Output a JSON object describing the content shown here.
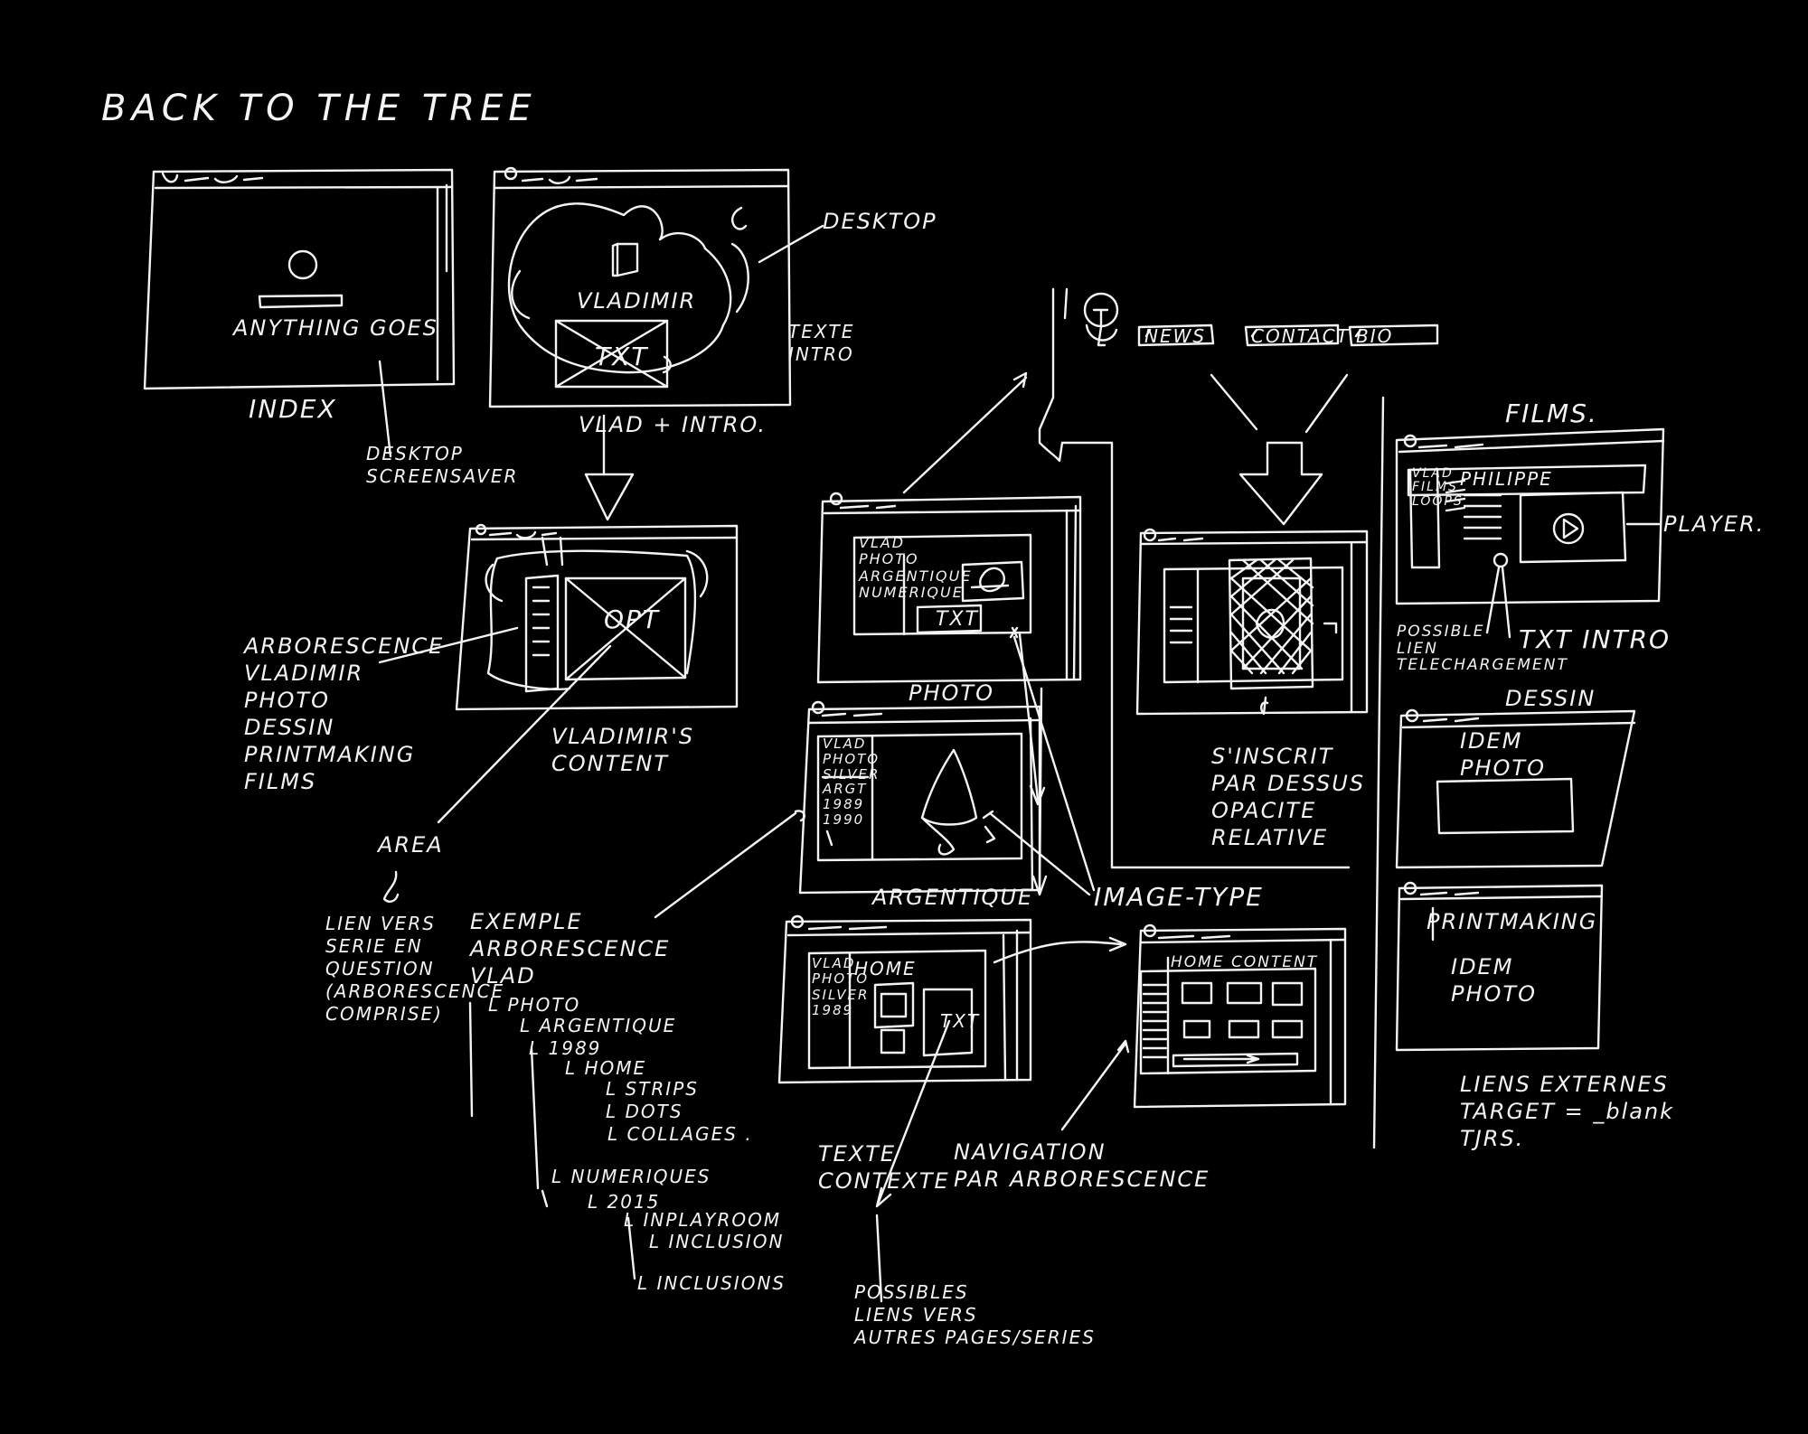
{
  "title": "BACK TO THE TREE",
  "colors": {
    "background": "#000000",
    "ink": "#f4f4f4"
  },
  "labels": {
    "index_center": "ANYTHING GOES",
    "index": "INDEX",
    "desktop_screensaver": "DESKTOP\nSCREENSAVER",
    "vladimir": "VLADIMIR",
    "txt": "TXT",
    "desktop": "DESKTOP",
    "texte_intro": "TEXTE\nINTRO",
    "vlad_intro": "VLAD + INTRO.",
    "opt": "OPT",
    "arborescence_list": "ARBORESCENCE\nVLADIMIR\nPHOTO\nDESSIN\nPRINTMAKING\nFILMS",
    "vladimirs_content": "VLADIMIR'S\nCONTENT",
    "area": "AREA",
    "liens_vers": "LIEN VERS\nSERIE EN\nQUESTION\n(ARBORESCENCE\nCOMPRISE)",
    "exemple": "EXEMPLE\nARBORESCENCE\nVLAD",
    "tree_photo": "L PHOTO",
    "tree_argentique": "L ARGENTIQUE",
    "tree_1989": "L 1989",
    "tree_home": "L HOME",
    "tree_strips": "L STRIPS",
    "tree_dots": "L DOTS",
    "tree_collages": "L COLLAGES .",
    "tree_numeriques": "L NUMERIQUES",
    "tree_2015": "L 2015",
    "tree_inplayroom": "L INPLAYROOM",
    "tree_inclusion": "L INCLUSION",
    "tree_inclusions": "L INCLUSIONS",
    "nav_news": "NEWS",
    "nav_contact": "CONTACT",
    "nav_bio": "BIO",
    "photo_panel_list": "VLAD\nPHOTO\nARGENTIQUE\nNUMERIQUE",
    "photo": "PHOTO",
    "vlad_photo": "VLAD\nPHOTO",
    "argentique_list": "VLAD\nPHOTO\nSILVER\nARGT\n1989\n1990",
    "argentique": "ARGENTIQUE",
    "image_type": "IMAGE-TYPE",
    "home_list": "VLAD\nPHOTO\nSILVER\n1989",
    "home": "HOME",
    "texte_contexte": "TEXTE\nCONTEXTE",
    "possibles_liens": "POSSIBLES\nLIENS VERS\nAUTRES PAGES/SERIES",
    "sinscrit": "S'INSCRIT\nPAR DESSUS\nOPACITE\nRELATIVE",
    "home_content": "HOME CONTENT",
    "navigation": "NAVIGATION\nPAR ARBORESCENCE",
    "films": "FILMS.",
    "vlad_films": "VLAD\nFILMS\nLOOPS",
    "philippe": "PHILIPPE",
    "player": "PLAYER.",
    "possible_liens_tel": "POSSIBLE\nLIEN\nTELECHARGEMENT",
    "txt_intro": "TXT INTRO",
    "dessin": "DESSIN",
    "idem_photo_1": "IDEM\nPHOTO",
    "printmaking": "PRINTMAKING",
    "idem_photo_2": "IDEM\nPHOTO",
    "liens_externes": "LIENS EXTERNES\nTARGET = _blank\nTJRS."
  }
}
